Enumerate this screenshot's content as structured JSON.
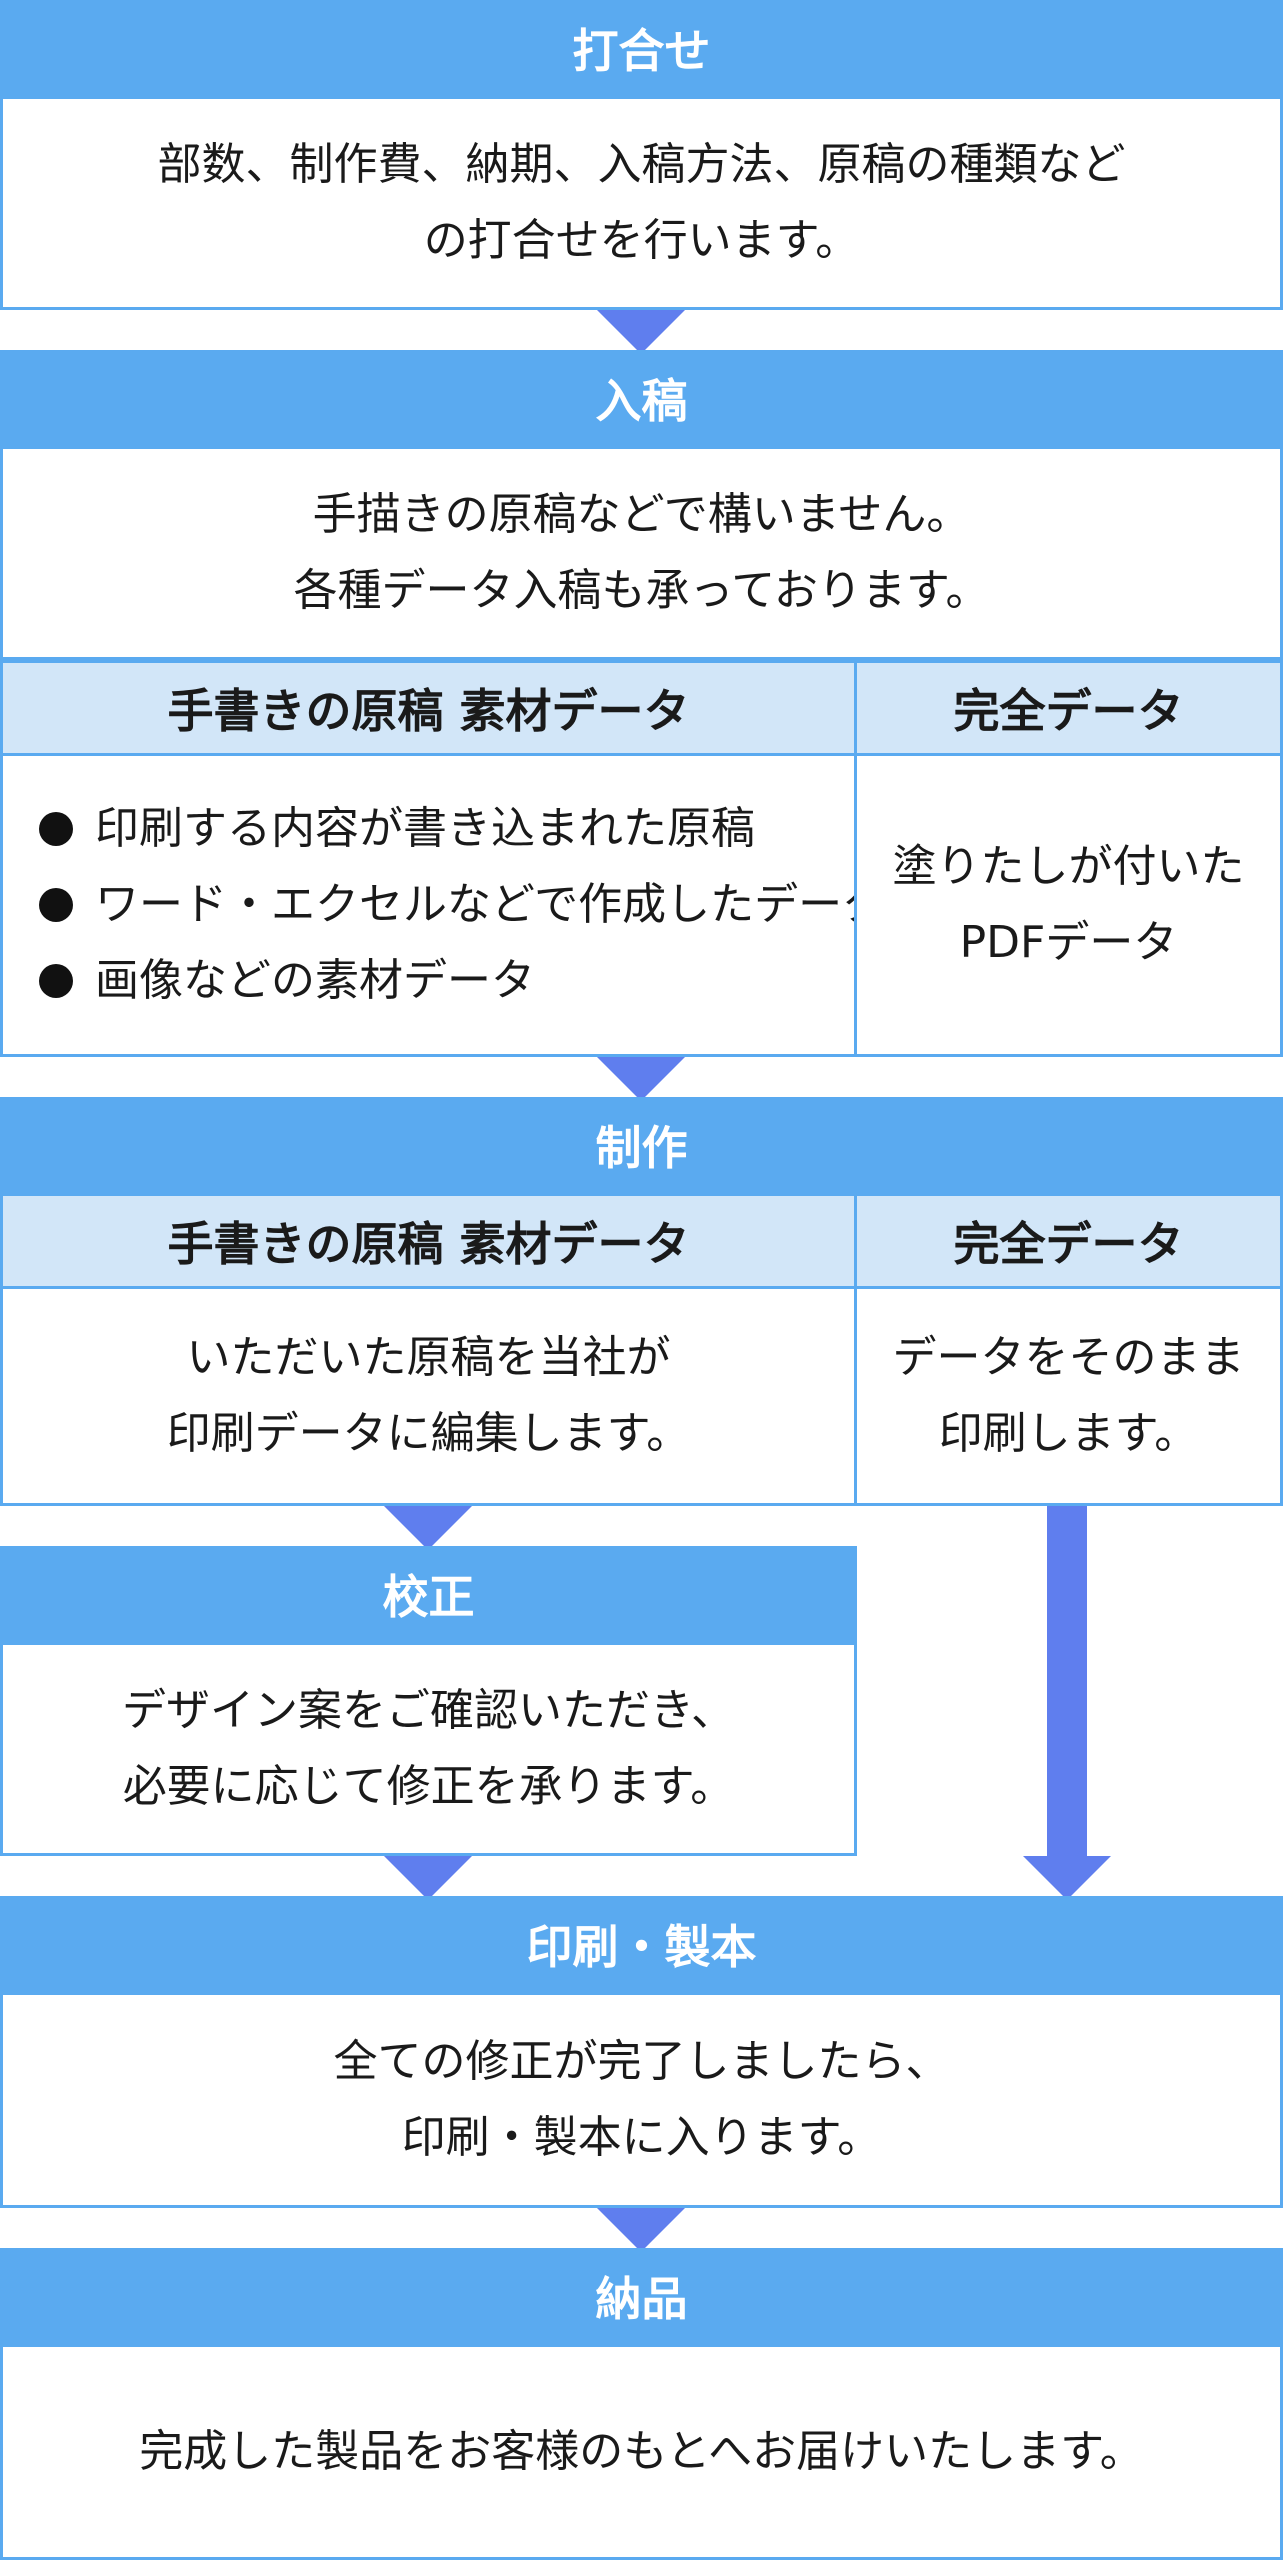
{
  "steps": {
    "meeting": {
      "title": "打合せ",
      "lines": [
        "部数、制作費、納期、入稿方法、原稿の種類など",
        "の打合せを行います。"
      ]
    },
    "submission": {
      "title": "入稿",
      "lines": [
        "手描きの原稿などで構いません。",
        "各種データ入稿も承っております。"
      ],
      "col_left": {
        "title": "手書きの原稿 素材データ",
        "items": [
          "印刷する内容が書き込まれた原稿",
          "ワード・エクセルなどで作成したデータ",
          "画像などの素材データ"
        ]
      },
      "col_right": {
        "title": "完全データ",
        "lines": [
          "塗りたしが付いた",
          "PDFデータ"
        ]
      }
    },
    "production": {
      "title": "制作",
      "col_left": {
        "title": "手書きの原稿 素材データ",
        "lines": [
          "いただいた原稿を当社が",
          "印刷データに編集します。"
        ]
      },
      "col_right": {
        "title": "完全データ",
        "lines": [
          "データをそのまま",
          "印刷します。"
        ]
      }
    },
    "proofing": {
      "title": "校正",
      "lines": [
        "デザイン案をご確認いただき、",
        "必要に応じて修正を承ります。"
      ]
    },
    "printing": {
      "title": "印刷・製本",
      "lines": [
        "全ての修正が完了しましたら、",
        "印刷・製本に入ります。"
      ]
    },
    "delivery": {
      "title": "納品",
      "lines": [
        "完成した製品をお客様のもとへお届けいたします。"
      ]
    }
  },
  "colors": {
    "header": "#5aaaf0",
    "subheader": "#d2e6f8",
    "arrow": "#5f7eee"
  }
}
